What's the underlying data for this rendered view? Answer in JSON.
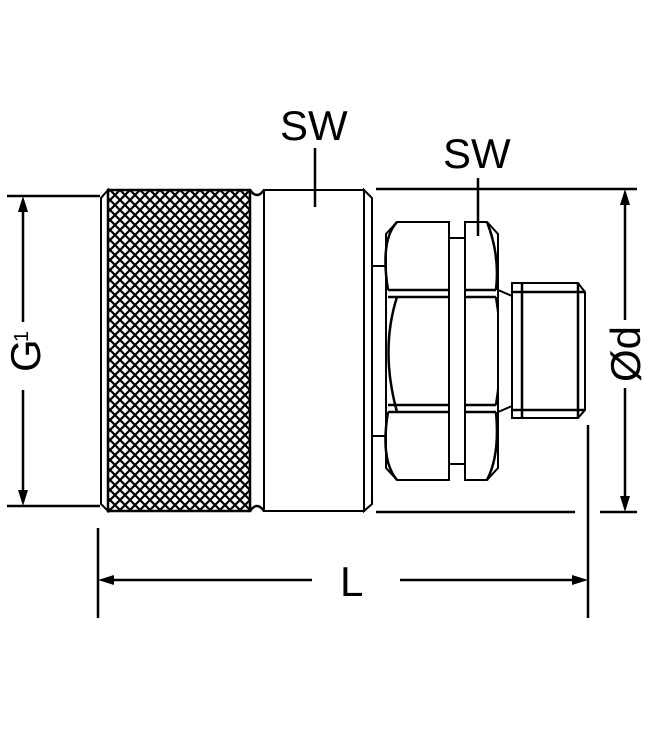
{
  "labels": {
    "sw_body": "SW",
    "sw_hex": "SW",
    "g1_main": "G",
    "g1_sub": "1",
    "diameter": "Ød",
    "length": "L"
  },
  "colors": {
    "line": "#000000",
    "background": "#ffffff"
  }
}
